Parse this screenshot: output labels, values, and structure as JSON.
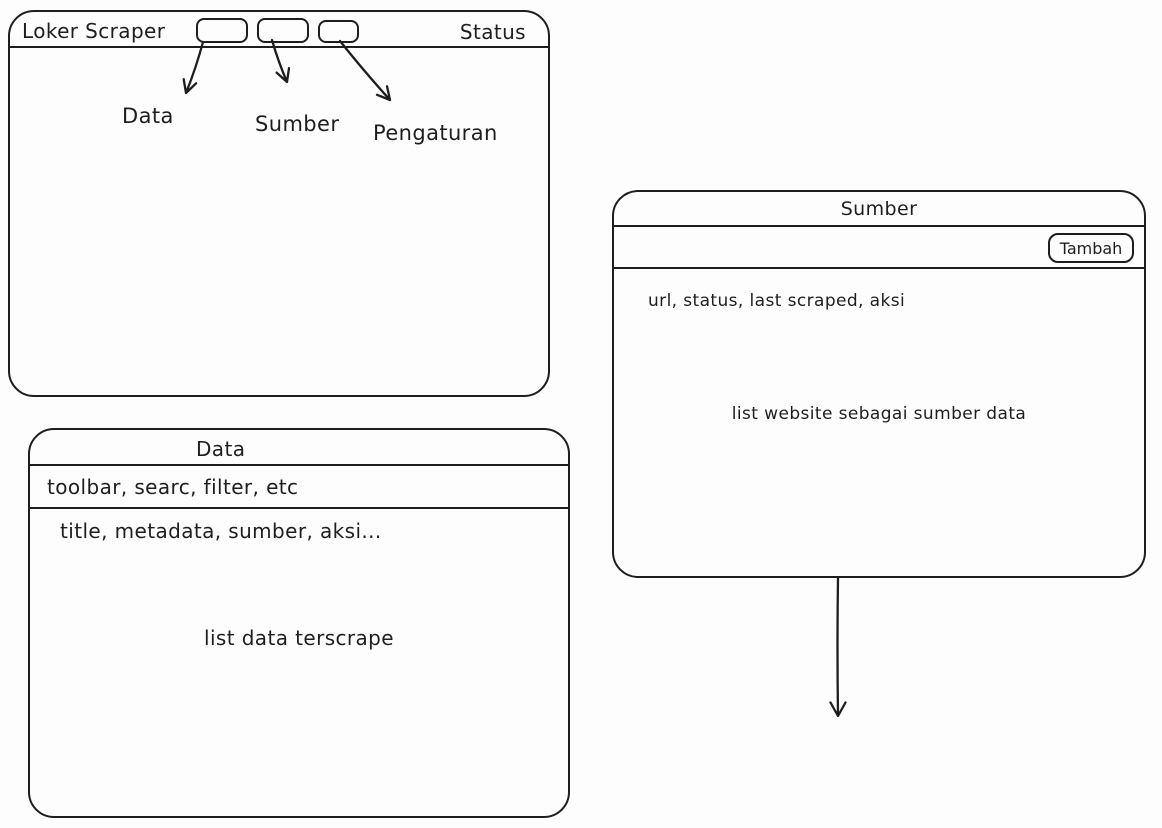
{
  "diagram": {
    "background_color": "#fdfdfd",
    "ink_color": "#1e1e1e"
  },
  "main_window": {
    "title": "Loker Scraper",
    "status_label": "Status",
    "tab_annotations": [
      {
        "label": "Data"
      },
      {
        "label": "Sumber"
      },
      {
        "label": "Pengaturan"
      }
    ]
  },
  "sumber_window": {
    "title": "Sumber",
    "add_button_label": "Tambah",
    "columns_hint": "url, status, last scraped, aksi",
    "body_hint": "list website sebagai sumber data"
  },
  "data_window": {
    "title": "Data",
    "toolbar_hint": "toolbar, searc, filter, etc",
    "columns_hint": "title, metadata, sumber, aksi...",
    "body_hint": "list data terscrape"
  }
}
